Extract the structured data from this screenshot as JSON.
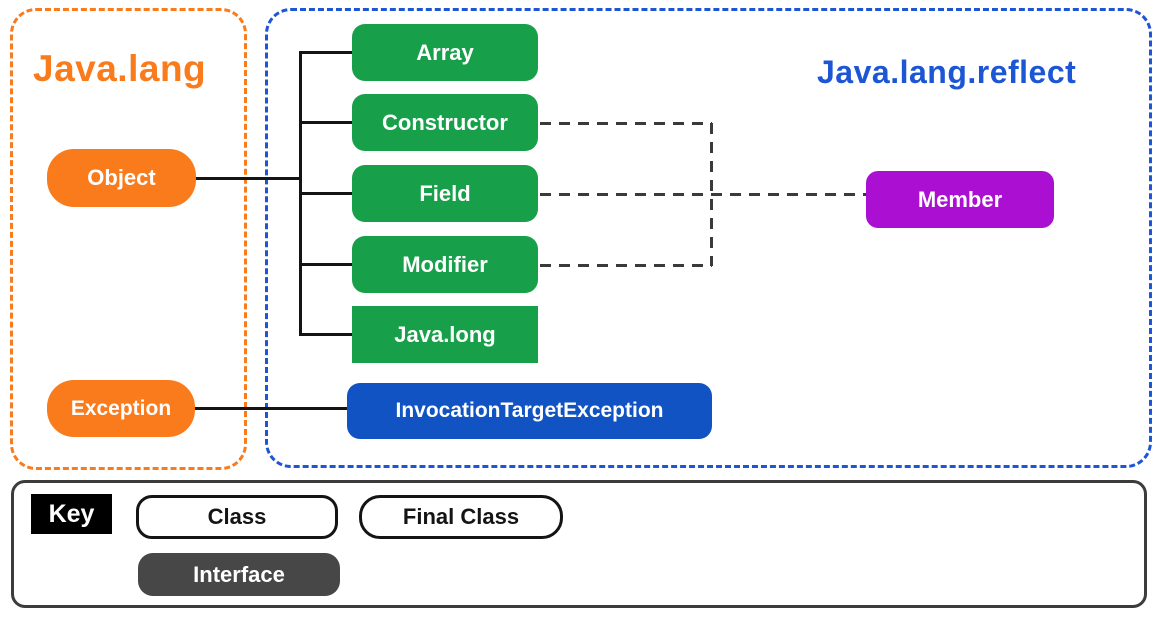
{
  "groups": {
    "java_lang": {
      "title": "Java.lang"
    },
    "java_lang_reflect": {
      "title": "Java.lang.reflect"
    }
  },
  "nodes": {
    "object": {
      "label": "Object",
      "type": "class"
    },
    "exception": {
      "label": "Exception",
      "type": "class"
    },
    "array": {
      "label": "Array",
      "type": "final-class"
    },
    "constructor": {
      "label": "Constructor",
      "type": "final-class"
    },
    "field": {
      "label": "Field",
      "type": "final-class"
    },
    "modifier": {
      "label": "Modifier",
      "type": "final-class"
    },
    "java_long": {
      "label": "Java.long",
      "type": "class"
    },
    "invocation_target_exception": {
      "label": "InvocationTargetException",
      "type": "class"
    },
    "member": {
      "label": "Member",
      "type": "interface"
    }
  },
  "key": {
    "label": "Key",
    "items": [
      {
        "label": "Class"
      },
      {
        "label": "Final Class"
      },
      {
        "label": "Interface"
      }
    ]
  },
  "colors": {
    "orange": "#F97B1C",
    "green": "#17A049",
    "blue_node": "#1153C2",
    "purple": "#AB10D2",
    "blue_accent": "#1D56D4",
    "connector_dark": "#3A3A3A",
    "solid_line": "#141414",
    "interface_gray": "#474747"
  }
}
